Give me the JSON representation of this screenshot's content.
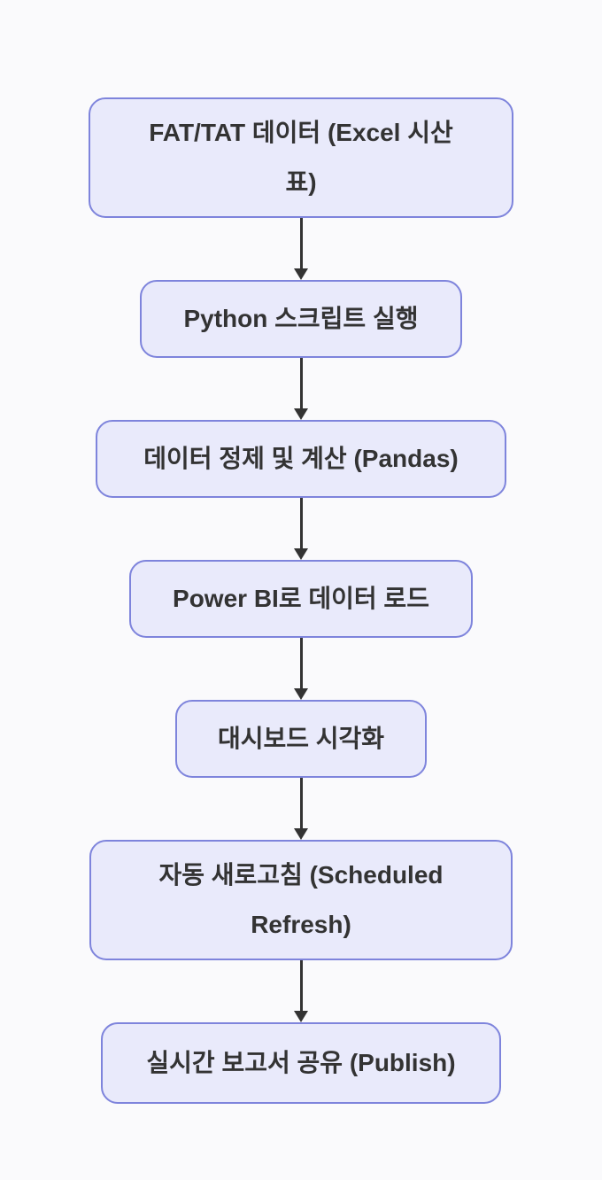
{
  "diagram": {
    "type": "flowchart",
    "direction": "top-down",
    "colors": {
      "background": "#FAFAFC",
      "node_fill": "#E9EAFB",
      "node_border": "#7E84DC",
      "arrow": "#333333",
      "text": "#333333"
    },
    "nodes": [
      {
        "label": "FAT/TAT 데이터 (Excel 시산 표)",
        "lines": [
          "FAT/TAT 데이터 (Excel 시산",
          "표)"
        ]
      },
      {
        "label": "Python 스크립트 실행",
        "lines": [
          "Python 스크립트 실행"
        ]
      },
      {
        "label": "데이터 정제 및 계산 (Pandas)",
        "lines": [
          "데이터 정제 및 계산 (Pandas)"
        ]
      },
      {
        "label": "Power BI로 데이터 로드",
        "lines": [
          "Power BI로 데이터 로드"
        ]
      },
      {
        "label": "대시보드 시각화",
        "lines": [
          "대시보드 시각화"
        ]
      },
      {
        "label": "자동 새로고침 (Scheduled Refresh)",
        "lines": [
          "자동 새로고침 (Scheduled",
          "Refresh)"
        ]
      },
      {
        "label": "실시간 보고서 공유 (Publish)",
        "lines": [
          "실시간 보고서 공유 (Publish)"
        ]
      }
    ],
    "edges": [
      {
        "from": 0,
        "to": 1
      },
      {
        "from": 1,
        "to": 2
      },
      {
        "from": 2,
        "to": 3
      },
      {
        "from": 3,
        "to": 4
      },
      {
        "from": 4,
        "to": 5
      },
      {
        "from": 5,
        "to": 6
      }
    ]
  }
}
